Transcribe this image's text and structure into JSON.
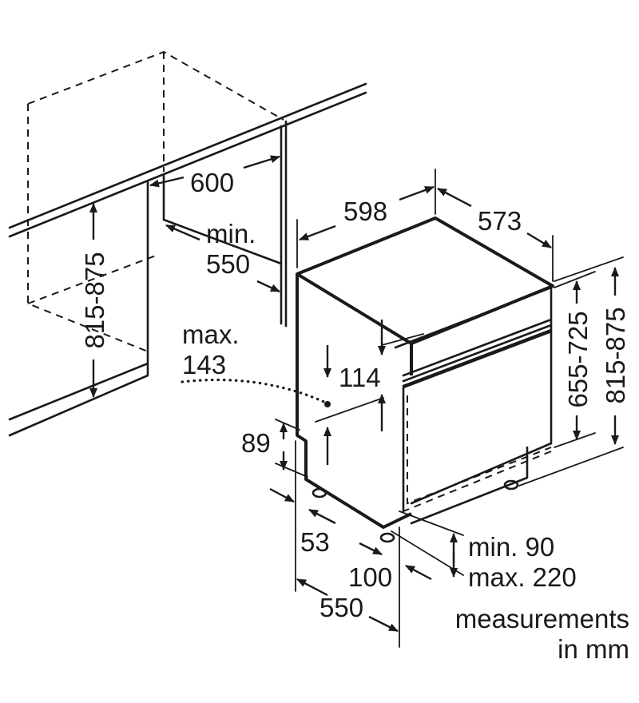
{
  "dimensions": {
    "niche_width": "600",
    "niche_depth_line1": "min.",
    "niche_depth_line2": "550",
    "niche_height": "815-875",
    "appliance_width": "598",
    "appliance_depth": "573",
    "appliance_height_a": "655-725",
    "appliance_height_b": "815-875",
    "max_recess_line1": "max.",
    "max_recess_line2": "143",
    "panel_gap": "114",
    "plinth_offset": "89",
    "foot_setback": "53",
    "foot_offset": "100",
    "base_depth": "550",
    "plinth_min": "min. 90",
    "plinth_max": "max. 220"
  },
  "note": {
    "line1": "measurements",
    "line2": "in mm"
  }
}
